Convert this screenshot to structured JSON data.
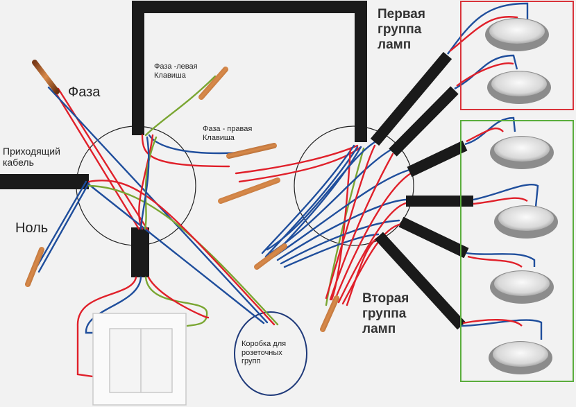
{
  "labels": {
    "phase": "Фаза",
    "neutral": "Ноль",
    "incoming_cable": "Приходящий\nкабель",
    "left_key": "Фаза -левая\nКлавиша",
    "right_key": "Фаза - правая\nКлавиша",
    "socket_box": "Коробка для\nрозеточных\nгрупп",
    "group1": "Первая\nгруппа\nламп",
    "group2": "Вторая\nгруппа\nламп"
  },
  "colors": {
    "phase_wire": "#e0202a",
    "neutral_wire": "#1f4e9c",
    "ground_wire": "#7aa632",
    "cable_sheath": "#1a1a1a",
    "group1_frame": "#d9333a",
    "group2_frame": "#5aad3c",
    "background": "#f2f2f2"
  },
  "icons": {
    "switch": "double-rocker-switch-icon",
    "lamp": "recessed-downlight-icon"
  }
}
